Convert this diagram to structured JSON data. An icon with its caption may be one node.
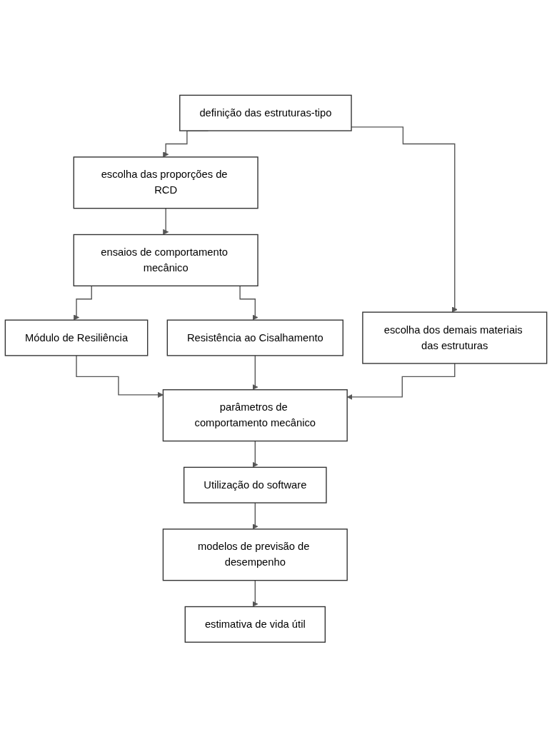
{
  "diagram": {
    "nodes": [
      {
        "text": [
          "definição das estruturas-tipo"
        ]
      },
      {
        "text": [
          "escolha das proporções de RCD"
        ]
      },
      {
        "text": [
          "ensaios de comportamento mecânico"
        ]
      },
      {
        "text": [
          "Módulo de Resiliência"
        ]
      },
      {
        "text": [
          "Resistência ao Cisalhamento"
        ]
      },
      {
        "text": [
          "escolha dos demais materiais das estruturas"
        ]
      },
      {
        "text": [
          "parâmetros de comportamento mecânico"
        ]
      },
      {
        "text": [
          "Utilização do software"
        ]
      },
      {
        "text": [
          "modelos de previsão de desempenho"
        ]
      },
      {
        "text": [
          "estimativa de vida útil"
        ]
      }
    ],
    "edges": [
      {
        "from": 0,
        "to": 1,
        "arrow": "to"
      },
      {
        "from": 0,
        "to": 5,
        "arrow": "to"
      },
      {
        "from": 1,
        "to": 2,
        "arrow": "to"
      },
      {
        "from": 2,
        "to": 3,
        "arrow": "to"
      },
      {
        "from": 2,
        "to": 4,
        "arrow": "to"
      },
      {
        "from": 3,
        "to": 6,
        "arrow": "to"
      },
      {
        "from": 4,
        "to": 6,
        "arrow": "to"
      },
      {
        "from": 5,
        "to": 6,
        "arrow": "to"
      },
      {
        "from": 6,
        "to": 7,
        "arrow": "to"
      },
      {
        "from": 7,
        "to": 8,
        "arrow": "to"
      },
      {
        "from": 8,
        "to": 9,
        "arrow": "to"
      }
    ]
  }
}
